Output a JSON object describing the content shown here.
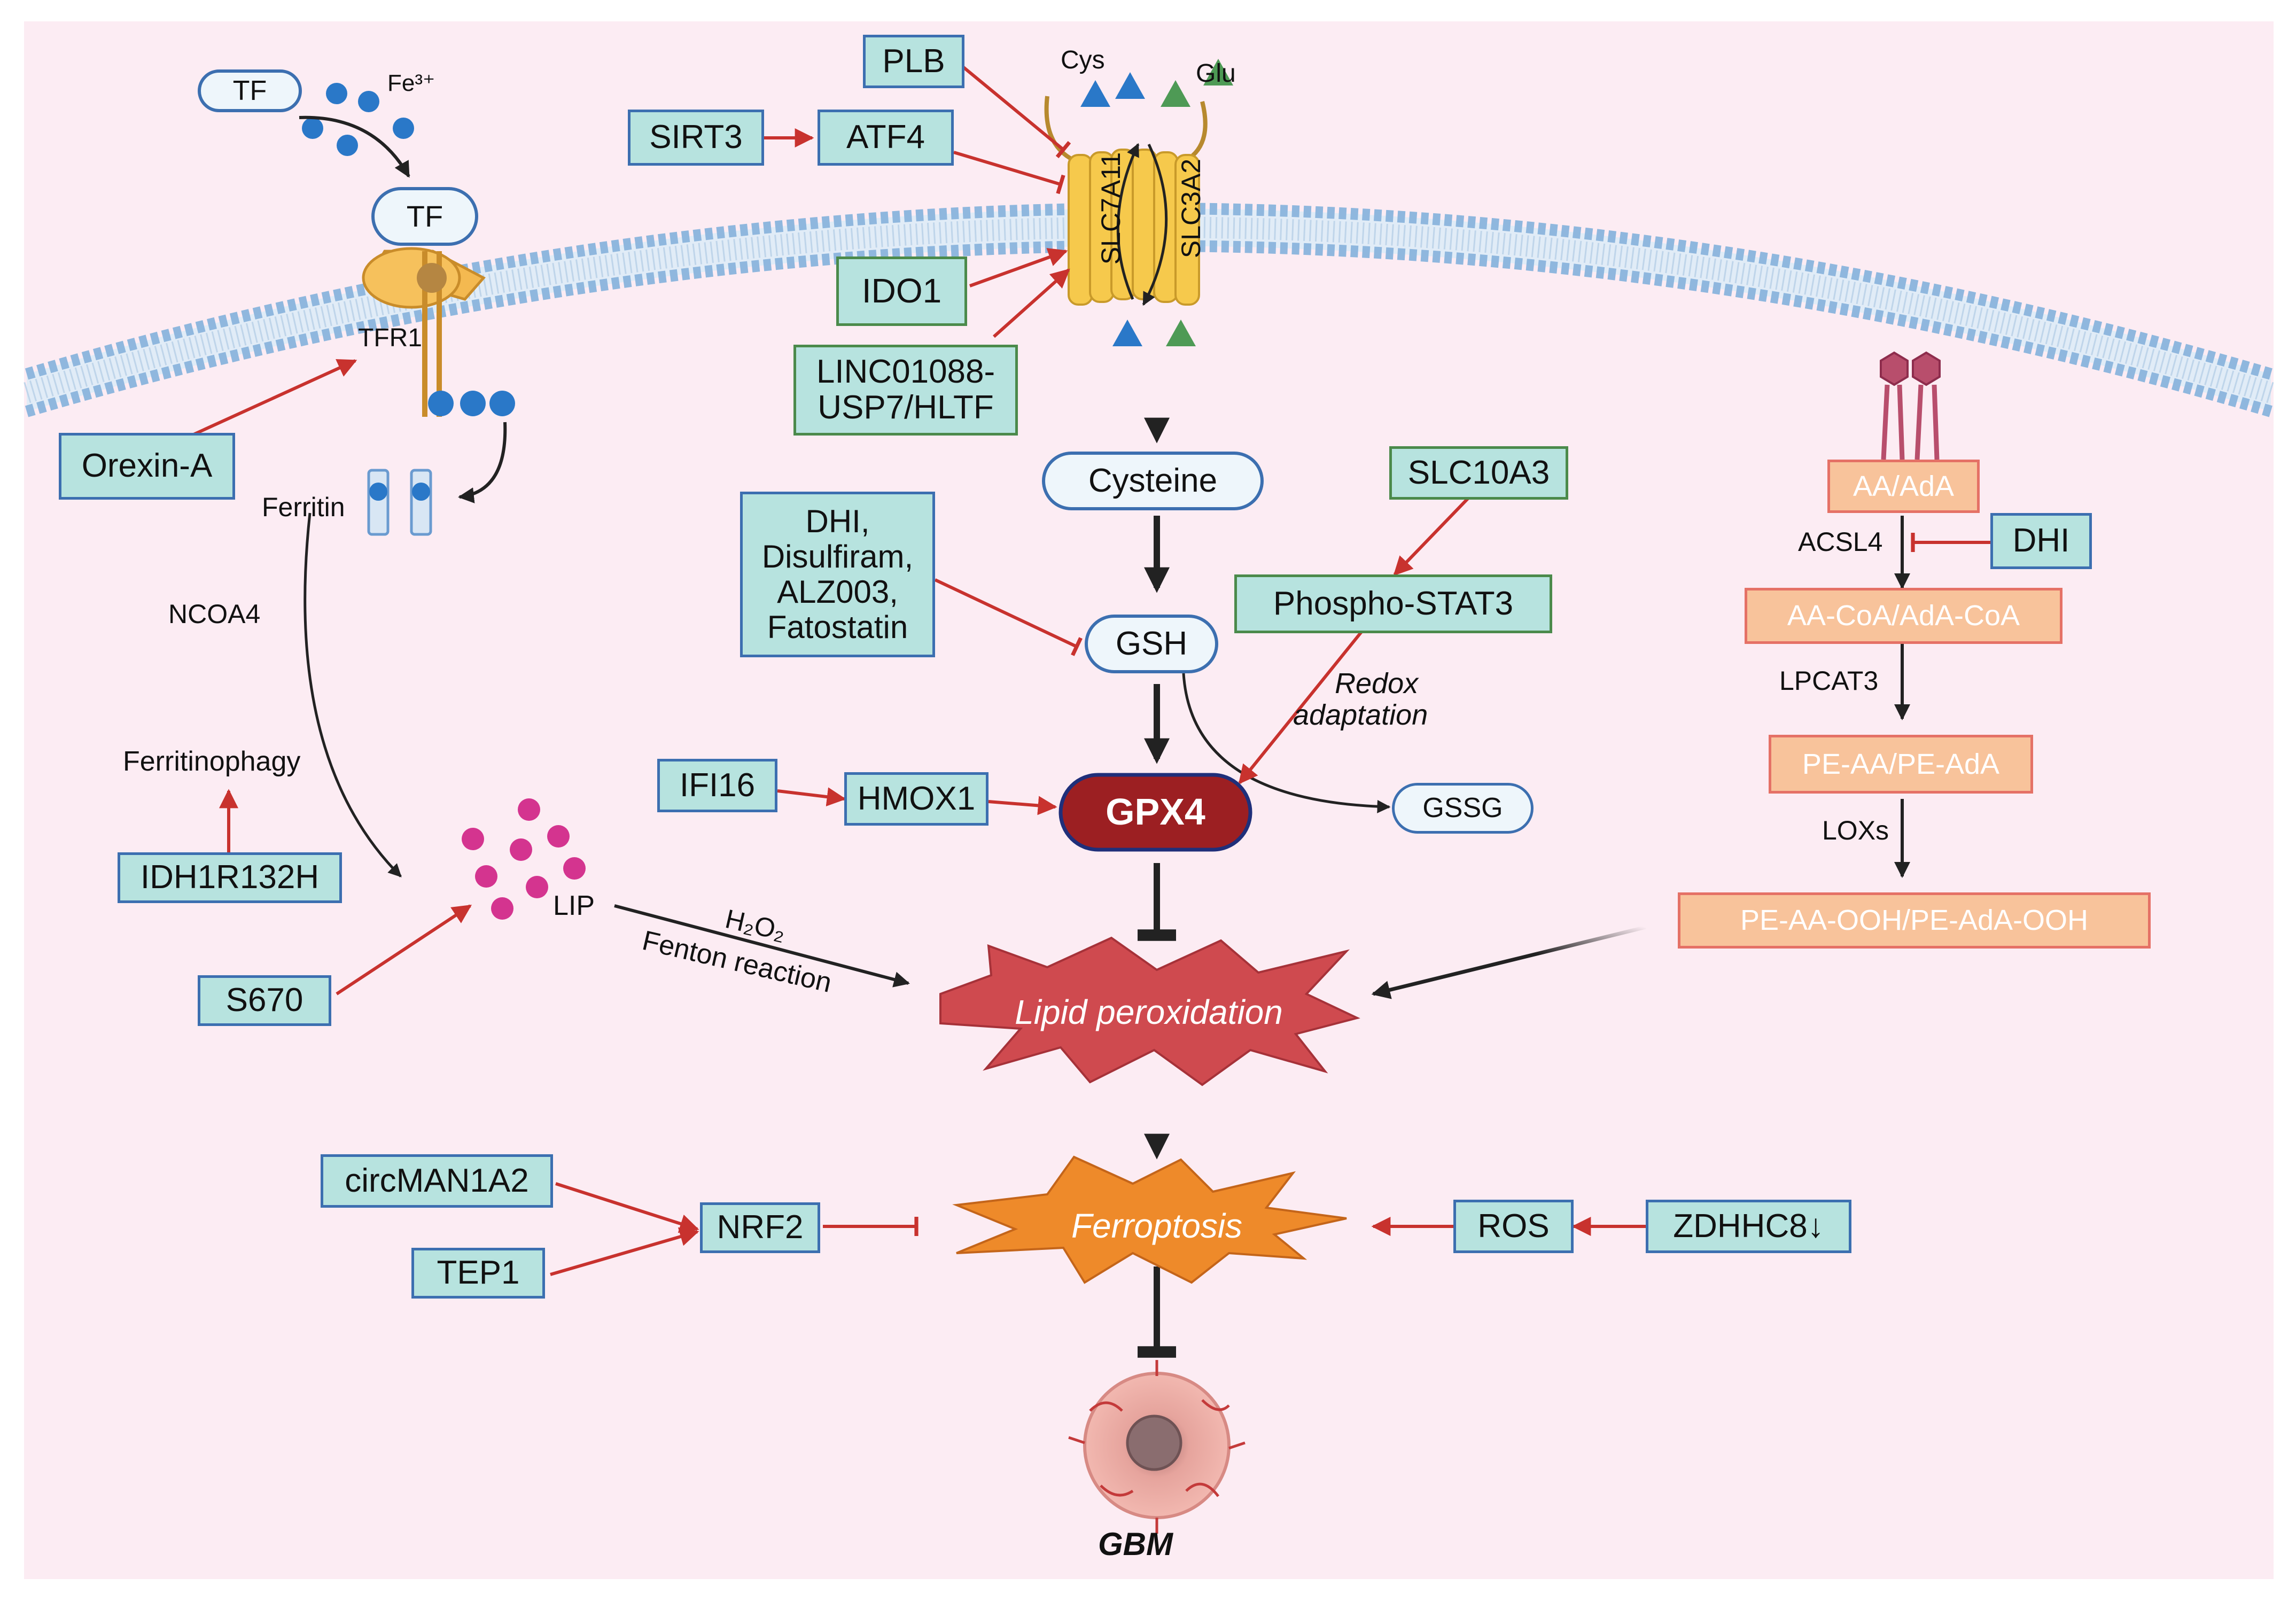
{
  "inputs": {
    "tf_free": "TF",
    "fe3": "Fe³⁺",
    "tf_bound": "TF",
    "tfr1": "TFR1",
    "ferritin": "Ferritin",
    "ncoa4": "NCOA4",
    "ferritinophagy": "Ferritinophagy",
    "lip": "LIP"
  },
  "regulators": {
    "plb": "PLB",
    "sirt3": "SIRT3",
    "atf4": "ATF4",
    "ido1": "IDO1",
    "linc_line1": "LINC01088-",
    "linc_line2": "USP7/HLTF",
    "orexin": "Orexin-A",
    "dhi_group": [
      "DHI,",
      "Disulfiram,",
      "ALZ003,",
      "Fatostatin"
    ],
    "slc10a3": "SLC10A3",
    "phospho_stat3": "Phospho-STAT3",
    "ifi16": "IFI16",
    "hmox1": "HMOX1",
    "idh1": "IDH1R132H",
    "s670": "S670",
    "circman": "circMAN1A2",
    "tep1": "TEP1",
    "nrf2": "NRF2",
    "ros": "ROS",
    "zdhhc8": "ZDHHC8↓",
    "dhi_right": "DHI"
  },
  "transporter": {
    "cys": "Cys",
    "glu": "Glu",
    "slc7a11": "SLC7A11",
    "slc3a2": "SLC3A2"
  },
  "core": {
    "cysteine": "Cysteine",
    "gsh": "GSH",
    "gpx4": "GPX4",
    "gssg": "GSSG",
    "redox_line1": "Redox",
    "redox_line2": "adaptation",
    "h2o2": "H₂O₂",
    "fenton": "Fenton reaction",
    "lipid_peroxidation": "Lipid peroxidation",
    "ferroptosis": "Ferroptosis",
    "gbm": "GBM"
  },
  "lipid_pathway": {
    "aa": "AA/AdA",
    "acsl4": "ACSL4",
    "aa_coa": "AA-CoA/AdA-CoA",
    "lpcat3": "LPCAT3",
    "pe_aa": "PE-AA/PE-AdA",
    "loxs": "LOXs",
    "pe_aa_ooh": "PE-AA-OOH/PE-AdA-OOH"
  },
  "colors": {
    "background": "#fcecf3",
    "activation_arrow": "#c8322e",
    "inhibition": "#c8322e",
    "main_arrow": "#222222",
    "box_fill": "#b7e3df",
    "box_border_blue": "#3c6fb0",
    "box_border_green": "#4b8a4b",
    "gpx4": "#9c1f22",
    "lipid_burst": "#cf4a4f",
    "ferroptosis_burst": "#ee8a2a",
    "orange_box": "#f8c39b",
    "cys_triangle": "#2a78c8",
    "glu_triangle": "#4e9a55",
    "iron_dot": "#2a78c8",
    "lip_dot": "#d4348f",
    "membrane": "#8fb7de"
  }
}
